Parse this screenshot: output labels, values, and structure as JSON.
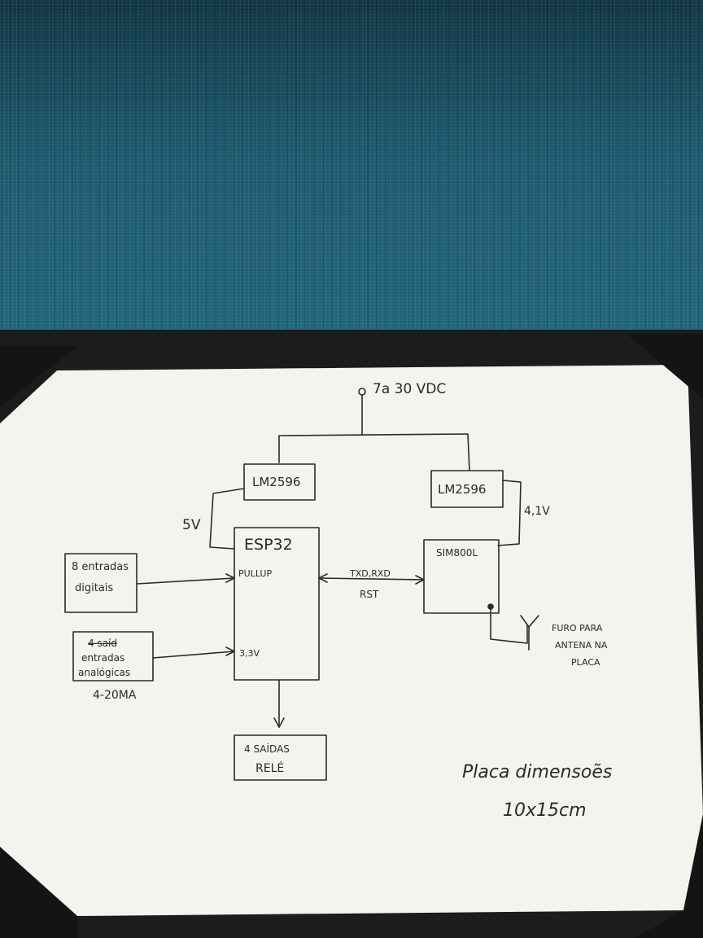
{
  "diagram": {
    "power_input": "7a 30 VDC",
    "regulator_left": "LM2596",
    "regulator_right": "LM2596",
    "voltage_left": "5V",
    "voltage_right": "4,1V",
    "mcu": "ESP32",
    "mcu_pullup": "PULLUP",
    "mcu_3v3": "3,3V",
    "modem": "SIM800L",
    "digital_inputs_line1": "8 entradas",
    "digital_inputs_line2": "digitais",
    "analog_inputs_line1": "4 saíd",
    "analog_inputs_line2": "entradas",
    "analog_inputs_line3": "analógicas",
    "analog_range": "4-20MA",
    "uart_line1": "TXD,RXD",
    "uart_line2": "RST",
    "relay_line1": "4 SAÍDAS",
    "relay_line2": "RELÉ",
    "antenna_line1": "FURO PARA",
    "antenna_line2": "ANTENA NA",
    "antenna_line3": "PLACA",
    "board_line1": "Placa dimensoẽs",
    "board_line2": "10x15cm"
  }
}
